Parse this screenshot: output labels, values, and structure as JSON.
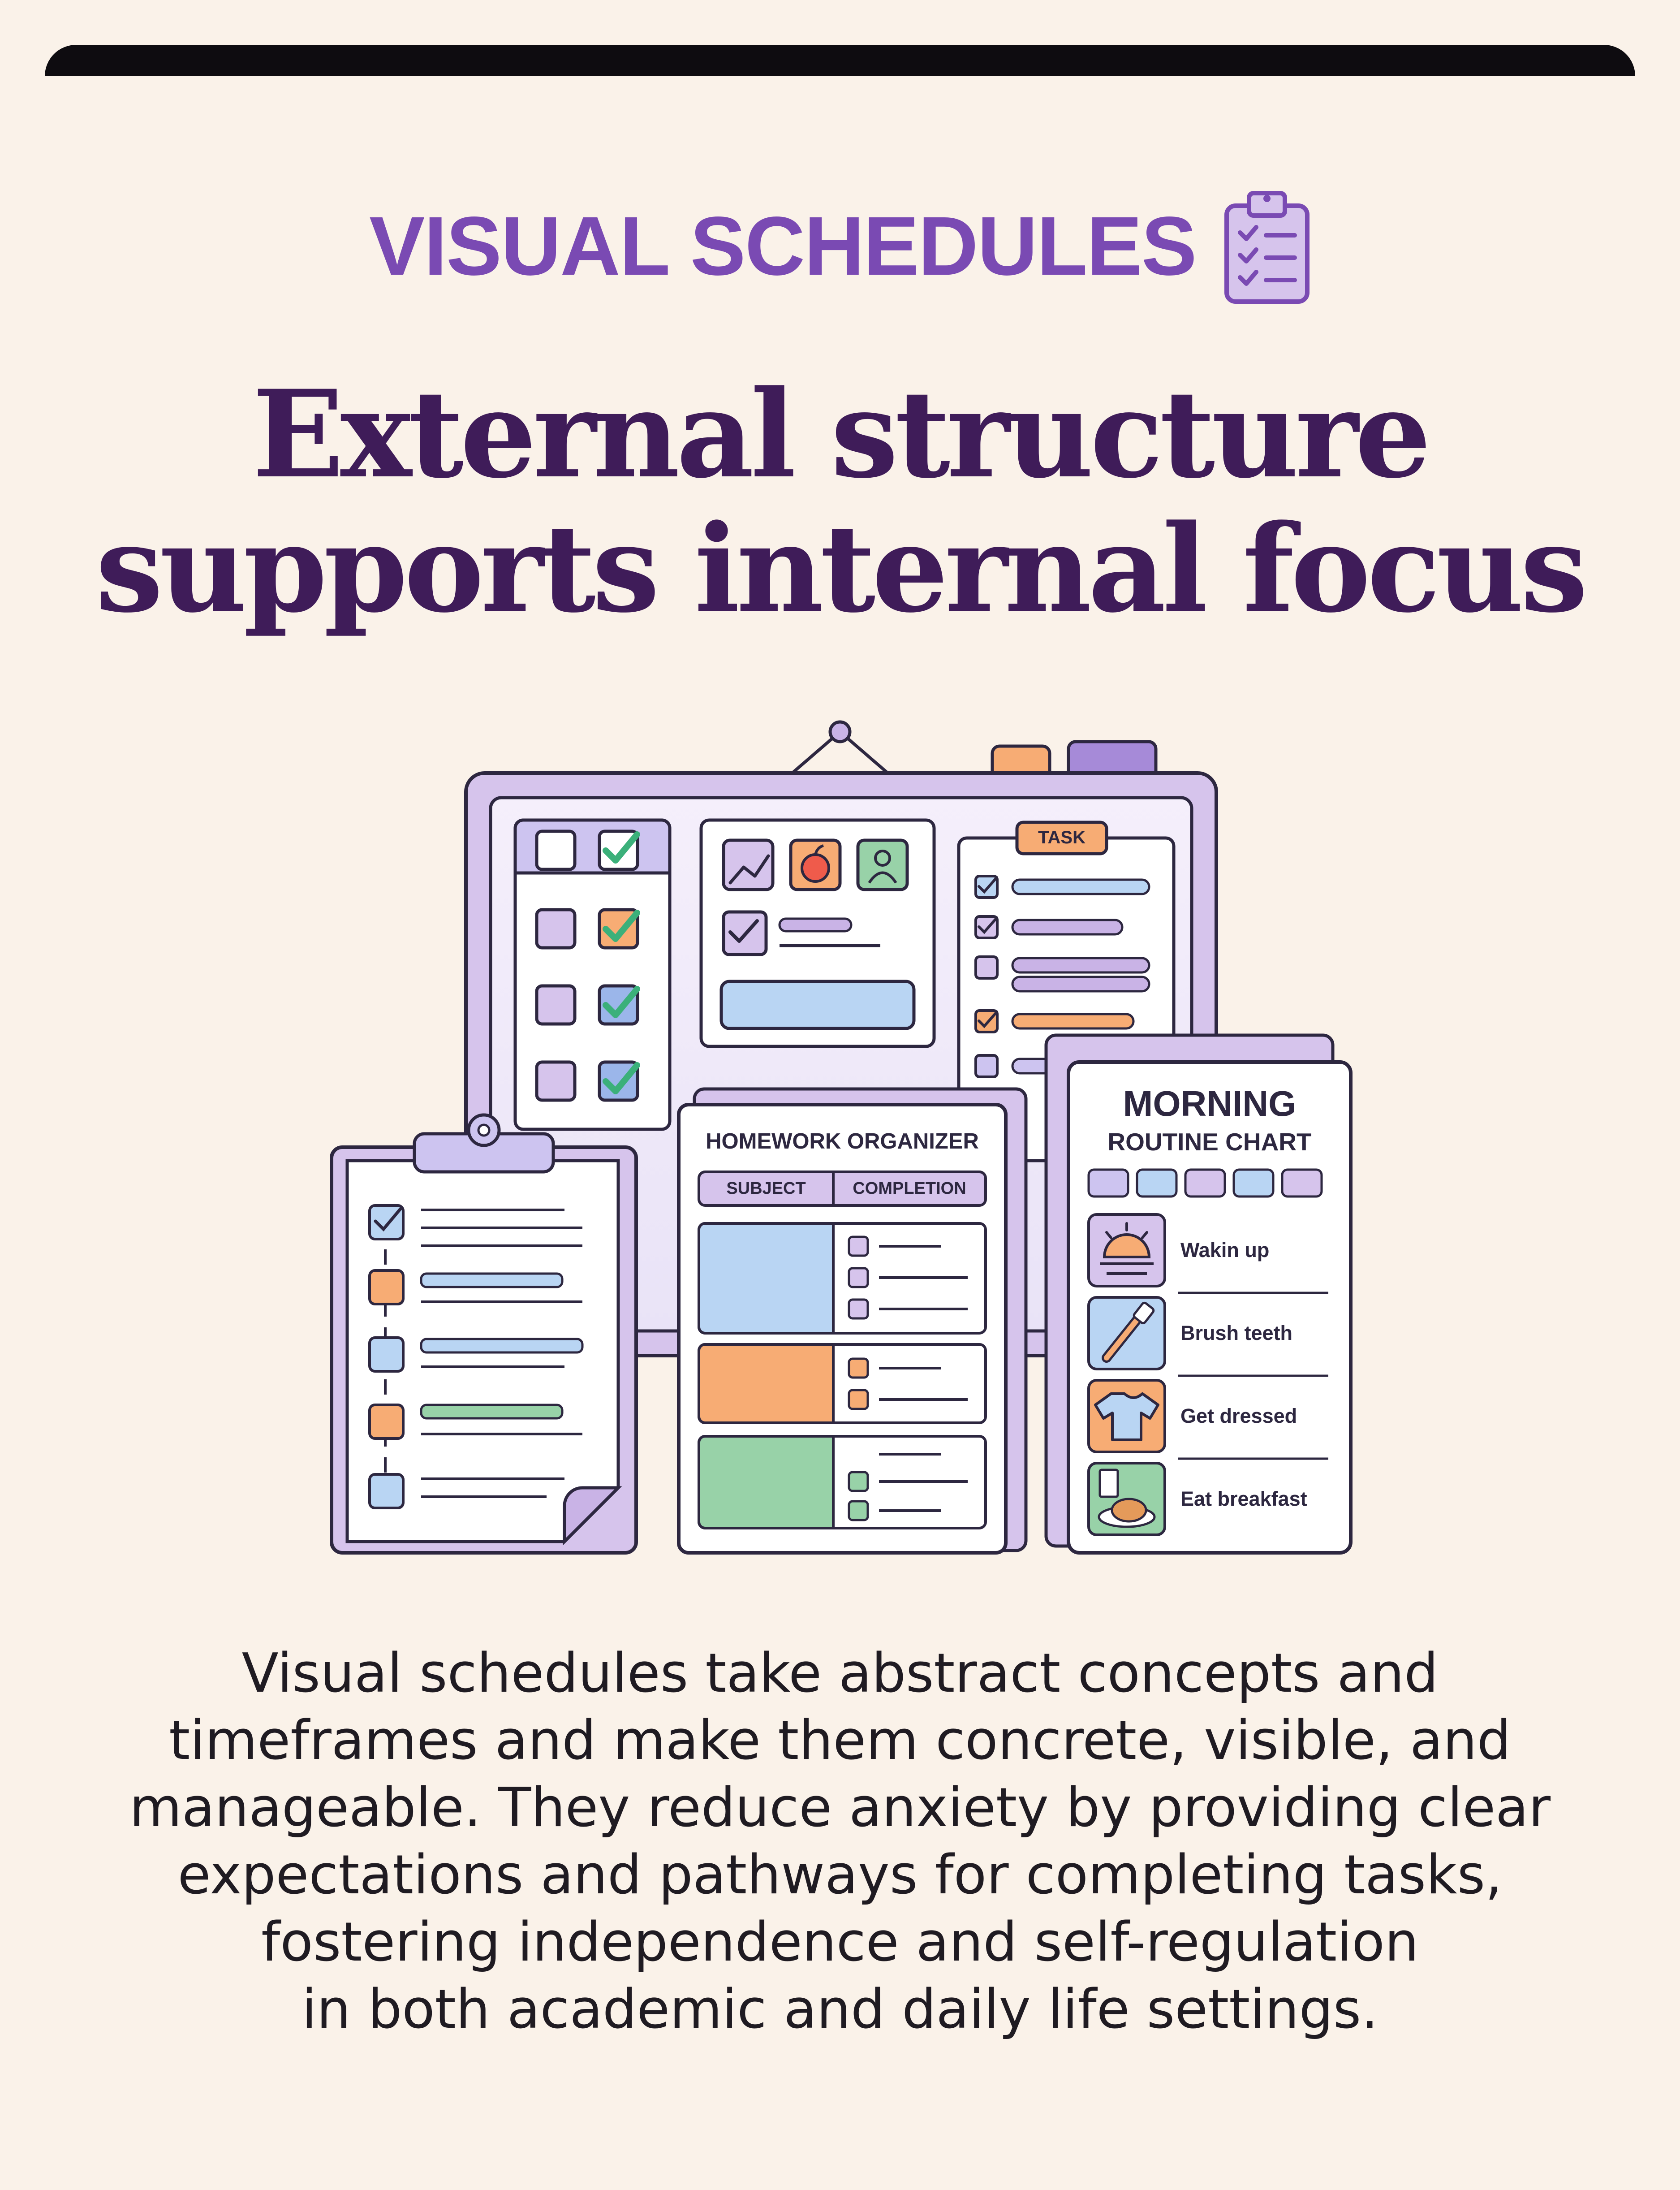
{
  "kicker": "VISUAL SCHEDULES",
  "headline": {
    "line1": "External structure",
    "line2": "supports internal focus"
  },
  "illustration": {
    "task_label": "TASK",
    "homework": {
      "title": "HOMEWORK ORGANIZER",
      "col_subject": "SUBJECT",
      "col_completion": "COMPLETION"
    },
    "morning": {
      "title1": "MORNING",
      "title2": "ROUTINE CHART",
      "items": [
        "Wakin up",
        "Brush teeth",
        "Get dressed",
        "Eat breakfast"
      ]
    }
  },
  "body": {
    "lines": [
      "Visual schedules take abstract concepts and",
      "timeframes and make them concrete, visible, and",
      "manageable. They reduce anxiety by providing clear",
      "expectations and pathways for completing tasks,",
      "fostering independence and self-regulation",
      "in both academic and daily life settings."
    ]
  },
  "colors": {
    "purple": "#7a4ab3",
    "dark_purple": "#3f1c59",
    "lavender": "#d6c4ec",
    "blue": "#b9d5f3",
    "orange": "#f7ac74",
    "green": "#98d2a8",
    "background": "#faf2e9"
  },
  "icons": [
    "clipboard-checklist-icon",
    "sunrise-icon",
    "toothbrush-icon",
    "shirt-icon",
    "breakfast-icon",
    "chart-icon",
    "apple-icon",
    "teacher-icon"
  ]
}
